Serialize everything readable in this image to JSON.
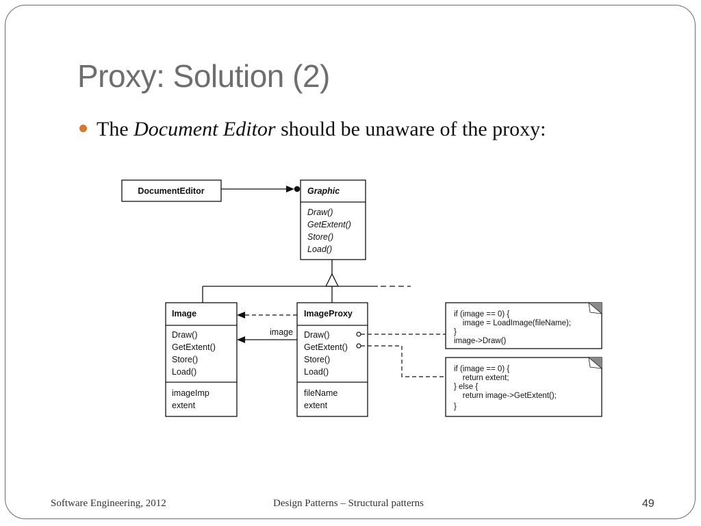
{
  "slide": {
    "title": "Proxy: Solution (2)",
    "bullet": {
      "prefix": "The ",
      "emphasis": "Document Editor",
      "suffix": " should be unaware of the proxy:"
    }
  },
  "diagram": {
    "document_editor": {
      "name": "DocumentEditor"
    },
    "graphic": {
      "name": "Graphic",
      "operations": [
        "Draw()",
        "GetExtent()",
        "Store()",
        "Load()"
      ]
    },
    "image": {
      "name": "Image",
      "operations": [
        "Draw()",
        "GetExtent()",
        "Store()",
        "Load()"
      ],
      "attributes": [
        "imageImp",
        "extent"
      ]
    },
    "image_proxy": {
      "name": "ImageProxy",
      "operations": [
        "Draw()",
        "GetExtent()",
        "Store()",
        "Load()"
      ],
      "attributes": [
        "fileName",
        "extent"
      ]
    },
    "association_label": "image",
    "note_draw": [
      "if (image == 0) {",
      "    image = LoadImage(fileName);",
      "}",
      "image->Draw()"
    ],
    "note_extent": [
      "if (image == 0) {",
      "    return extent;",
      "} else {",
      "    return image->GetExtent();",
      "}"
    ]
  },
  "footer": {
    "left": "Software Engineering, 2012",
    "center": "Design Patterns – Structural patterns",
    "page_number": "49"
  },
  "colors": {
    "title": "#6e6e6e",
    "bullet": "#d9772c",
    "frame": "#6b6b6b"
  }
}
